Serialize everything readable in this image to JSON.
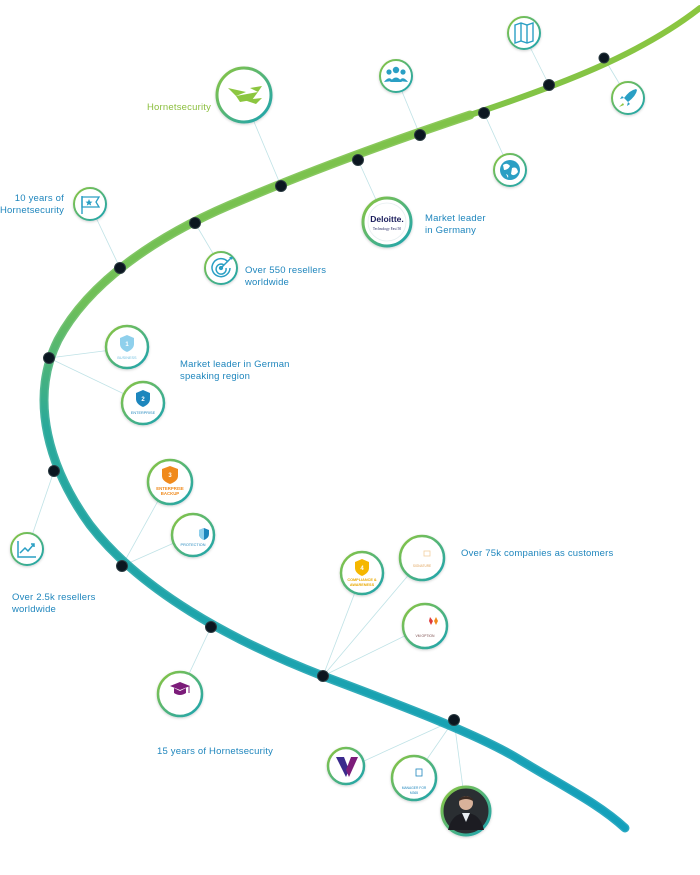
{
  "labels": {
    "hornetsecurity": "Hornetsecurity",
    "ten_years": "10 years of\nHornetsecurity",
    "resellers_550": "Over 550 resellers\nworldwide",
    "market_leader_germany": "Market leader\nin Germany",
    "market_leader_german_region": "Market leader in German\nspeaking region",
    "resellers_2_5k": "Over 2.5k resellers\nworldwide",
    "companies_75k": "Over 75k companies as customers",
    "fifteen_years": "15 years of Hornetsecurity"
  },
  "badges": {
    "deloitte_name": "Deloitte.",
    "deloitte_sub": "Technology Fast 50",
    "business": "BUSINESS",
    "business_num": "1",
    "enterprise": "ENTERPRISE",
    "enterprise_num": "2",
    "enterprise_backup": "ENTERPRISE\nBACKUP",
    "enterprise_backup_num": "3",
    "protection": "PROTECTION",
    "compliance": "COMPLIANCE &\nAWARENESS",
    "compliance_num": "4",
    "signature": "SIGNATURE",
    "vm_option": "VM OPTION",
    "manager_m365": "MANAGER FOR\nM365"
  },
  "icons": {
    "hornet_logo": "hornet-logo-icon",
    "map": "map-icon",
    "people": "people-icon",
    "rocket": "rocket-icon",
    "globe": "globe-icon",
    "flag": "flag-star-icon",
    "target": "target-icon",
    "growth_chart": "growth-chart-icon",
    "graduation_cap": "graduation-cap-icon",
    "v_logo": "v-logo-icon",
    "person_photo": "person-photo"
  },
  "colors": {
    "path_green": "#8cc63f",
    "path_teal": "#1aa3b3",
    "ring_green": "#8cc63f",
    "ring_teal": "#2aa7b5",
    "dot": "#0b1620",
    "label_blue": "#1f86bd",
    "label_green": "#8cbf3f",
    "orange": "#f08a1d",
    "navy": "#1a1f5c",
    "purple": "#7b1e7a"
  }
}
